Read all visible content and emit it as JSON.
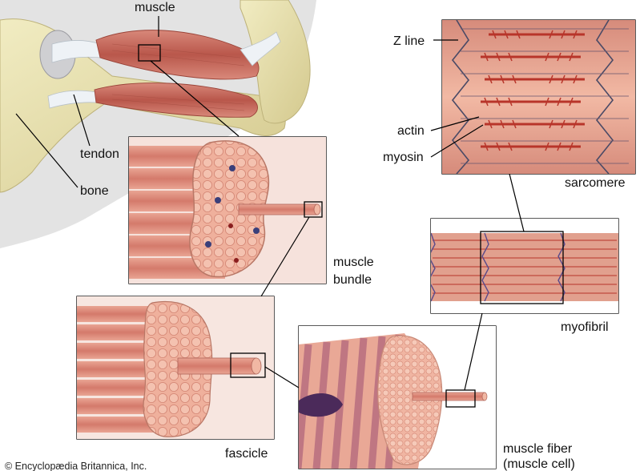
{
  "labels": {
    "muscle": "muscle",
    "tendon": "tendon",
    "bone": "bone",
    "muscle_bundle_1": "muscle",
    "muscle_bundle_2": "bundle",
    "fascicle": "fascicle",
    "muscle_fiber_1": "muscle fiber",
    "muscle_fiber_2": "(muscle cell)",
    "myofibril": "myofibril",
    "sarcomere": "sarcomere",
    "z_line": "Z line",
    "actin": "actin",
    "myosin": "myosin"
  },
  "copyright": "© Encyclopædia Britannica, Inc.",
  "colors": {
    "bone": "#e8e0a8",
    "bone_shadow": "#c9c08a",
    "muscle": "#c9685c",
    "muscle_light": "#e6a08f",
    "fiber_pink": "#f0b7a4",
    "tendon": "#e9eef2",
    "body_gray": "#e3e3e3",
    "myosin": "#b8352a",
    "line": "#000000"
  }
}
